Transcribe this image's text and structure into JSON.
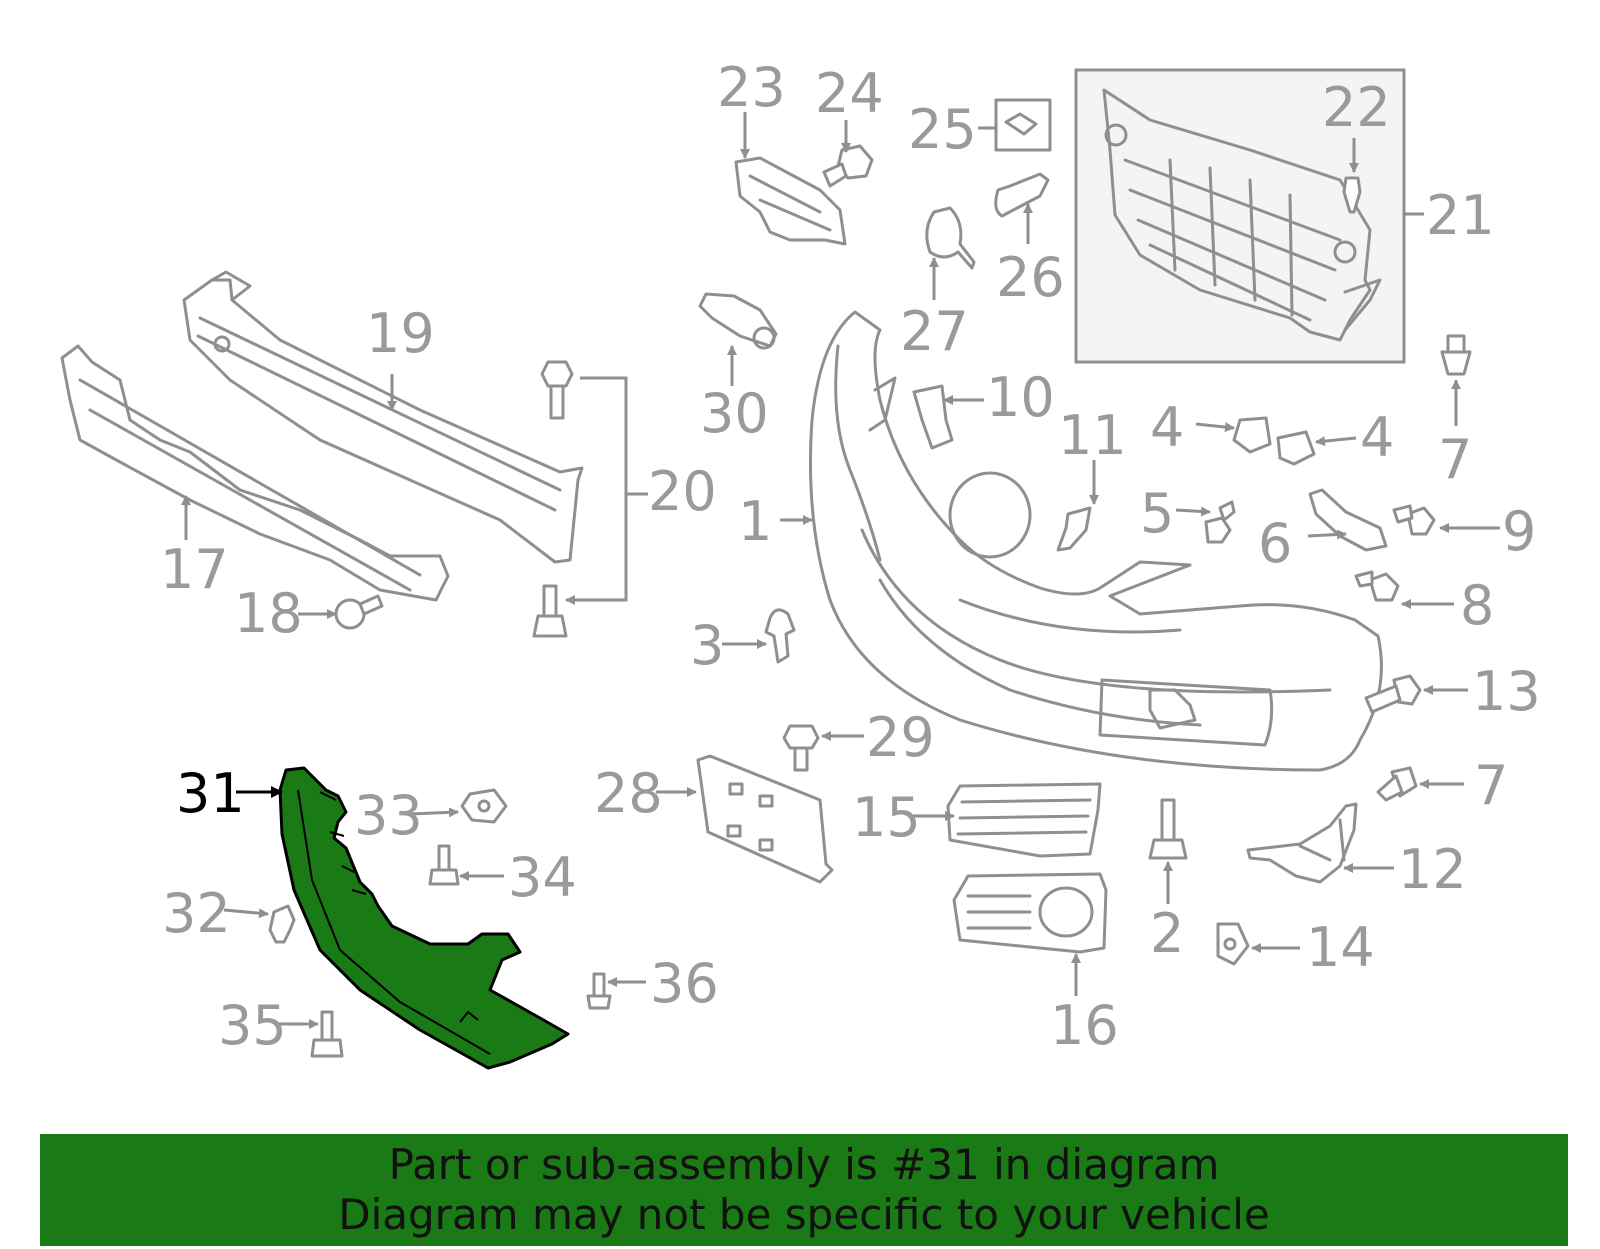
{
  "highlighted_part": "31",
  "callouts": {
    "p1": "1",
    "p2": "2",
    "p3": "3",
    "p4a": "4",
    "p4b": "4",
    "p5": "5",
    "p6": "6",
    "p7a": "7",
    "p7b": "7",
    "p8": "8",
    "p9": "9",
    "p10": "10",
    "p11": "11",
    "p12": "12",
    "p13": "13",
    "p14": "14",
    "p15": "15",
    "p16": "16",
    "p17": "17",
    "p18": "18",
    "p19": "19",
    "p20": "20",
    "p21": "21",
    "p22": "22",
    "p23": "23",
    "p24": "24",
    "p25": "25",
    "p26": "26",
    "p27": "27",
    "p28": "28",
    "p29": "29",
    "p30": "30",
    "p31": "31",
    "p32": "32",
    "p33": "33",
    "p34": "34",
    "p35": "35",
    "p36": "36"
  },
  "banner": {
    "line1": "Part or sub-assembly is #31 in diagram",
    "line2": "Diagram may not be specific to your vehicle"
  },
  "colors": {
    "highlight": "#1a7a15",
    "banner_bg": "#1a7a15",
    "line_art": "#8f8f8f",
    "callout_text": "#9a9a9a"
  }
}
